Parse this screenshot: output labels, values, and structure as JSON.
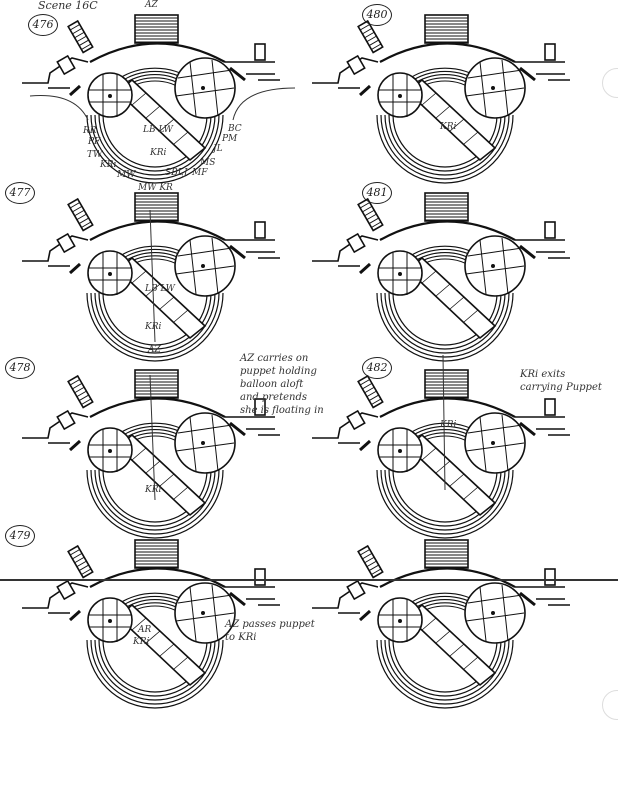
{
  "scene_title": "Scene 16C",
  "panels": [
    {
      "number": "476",
      "labels": [
        "AZ",
        "RR",
        "PF",
        "TW",
        "KRi",
        "MW",
        "SBLJ",
        "MF",
        "MS",
        "JL",
        "PM",
        "BC",
        "LB LW",
        "KRi"
      ]
    },
    {
      "number": "480",
      "labels": [
        "KRi"
      ]
    },
    {
      "number": "477",
      "labels": [
        "MW KR",
        "LB LW",
        "KRi"
      ]
    },
    {
      "number": "481",
      "labels": []
    },
    {
      "number": "478",
      "labels": [
        "AZ",
        "KRi"
      ],
      "note": "AZ carries on puppet holding balloon aloft and pretends she is floating in"
    },
    {
      "number": "482",
      "labels": [
        "KRi"
      ],
      "note": "KRi exits carrying Puppet"
    },
    {
      "number": "479",
      "labels": [
        "AR",
        "KRi"
      ],
      "note": "AZ passes puppet to KRi"
    },
    {
      "number": "",
      "labels": []
    }
  ]
}
